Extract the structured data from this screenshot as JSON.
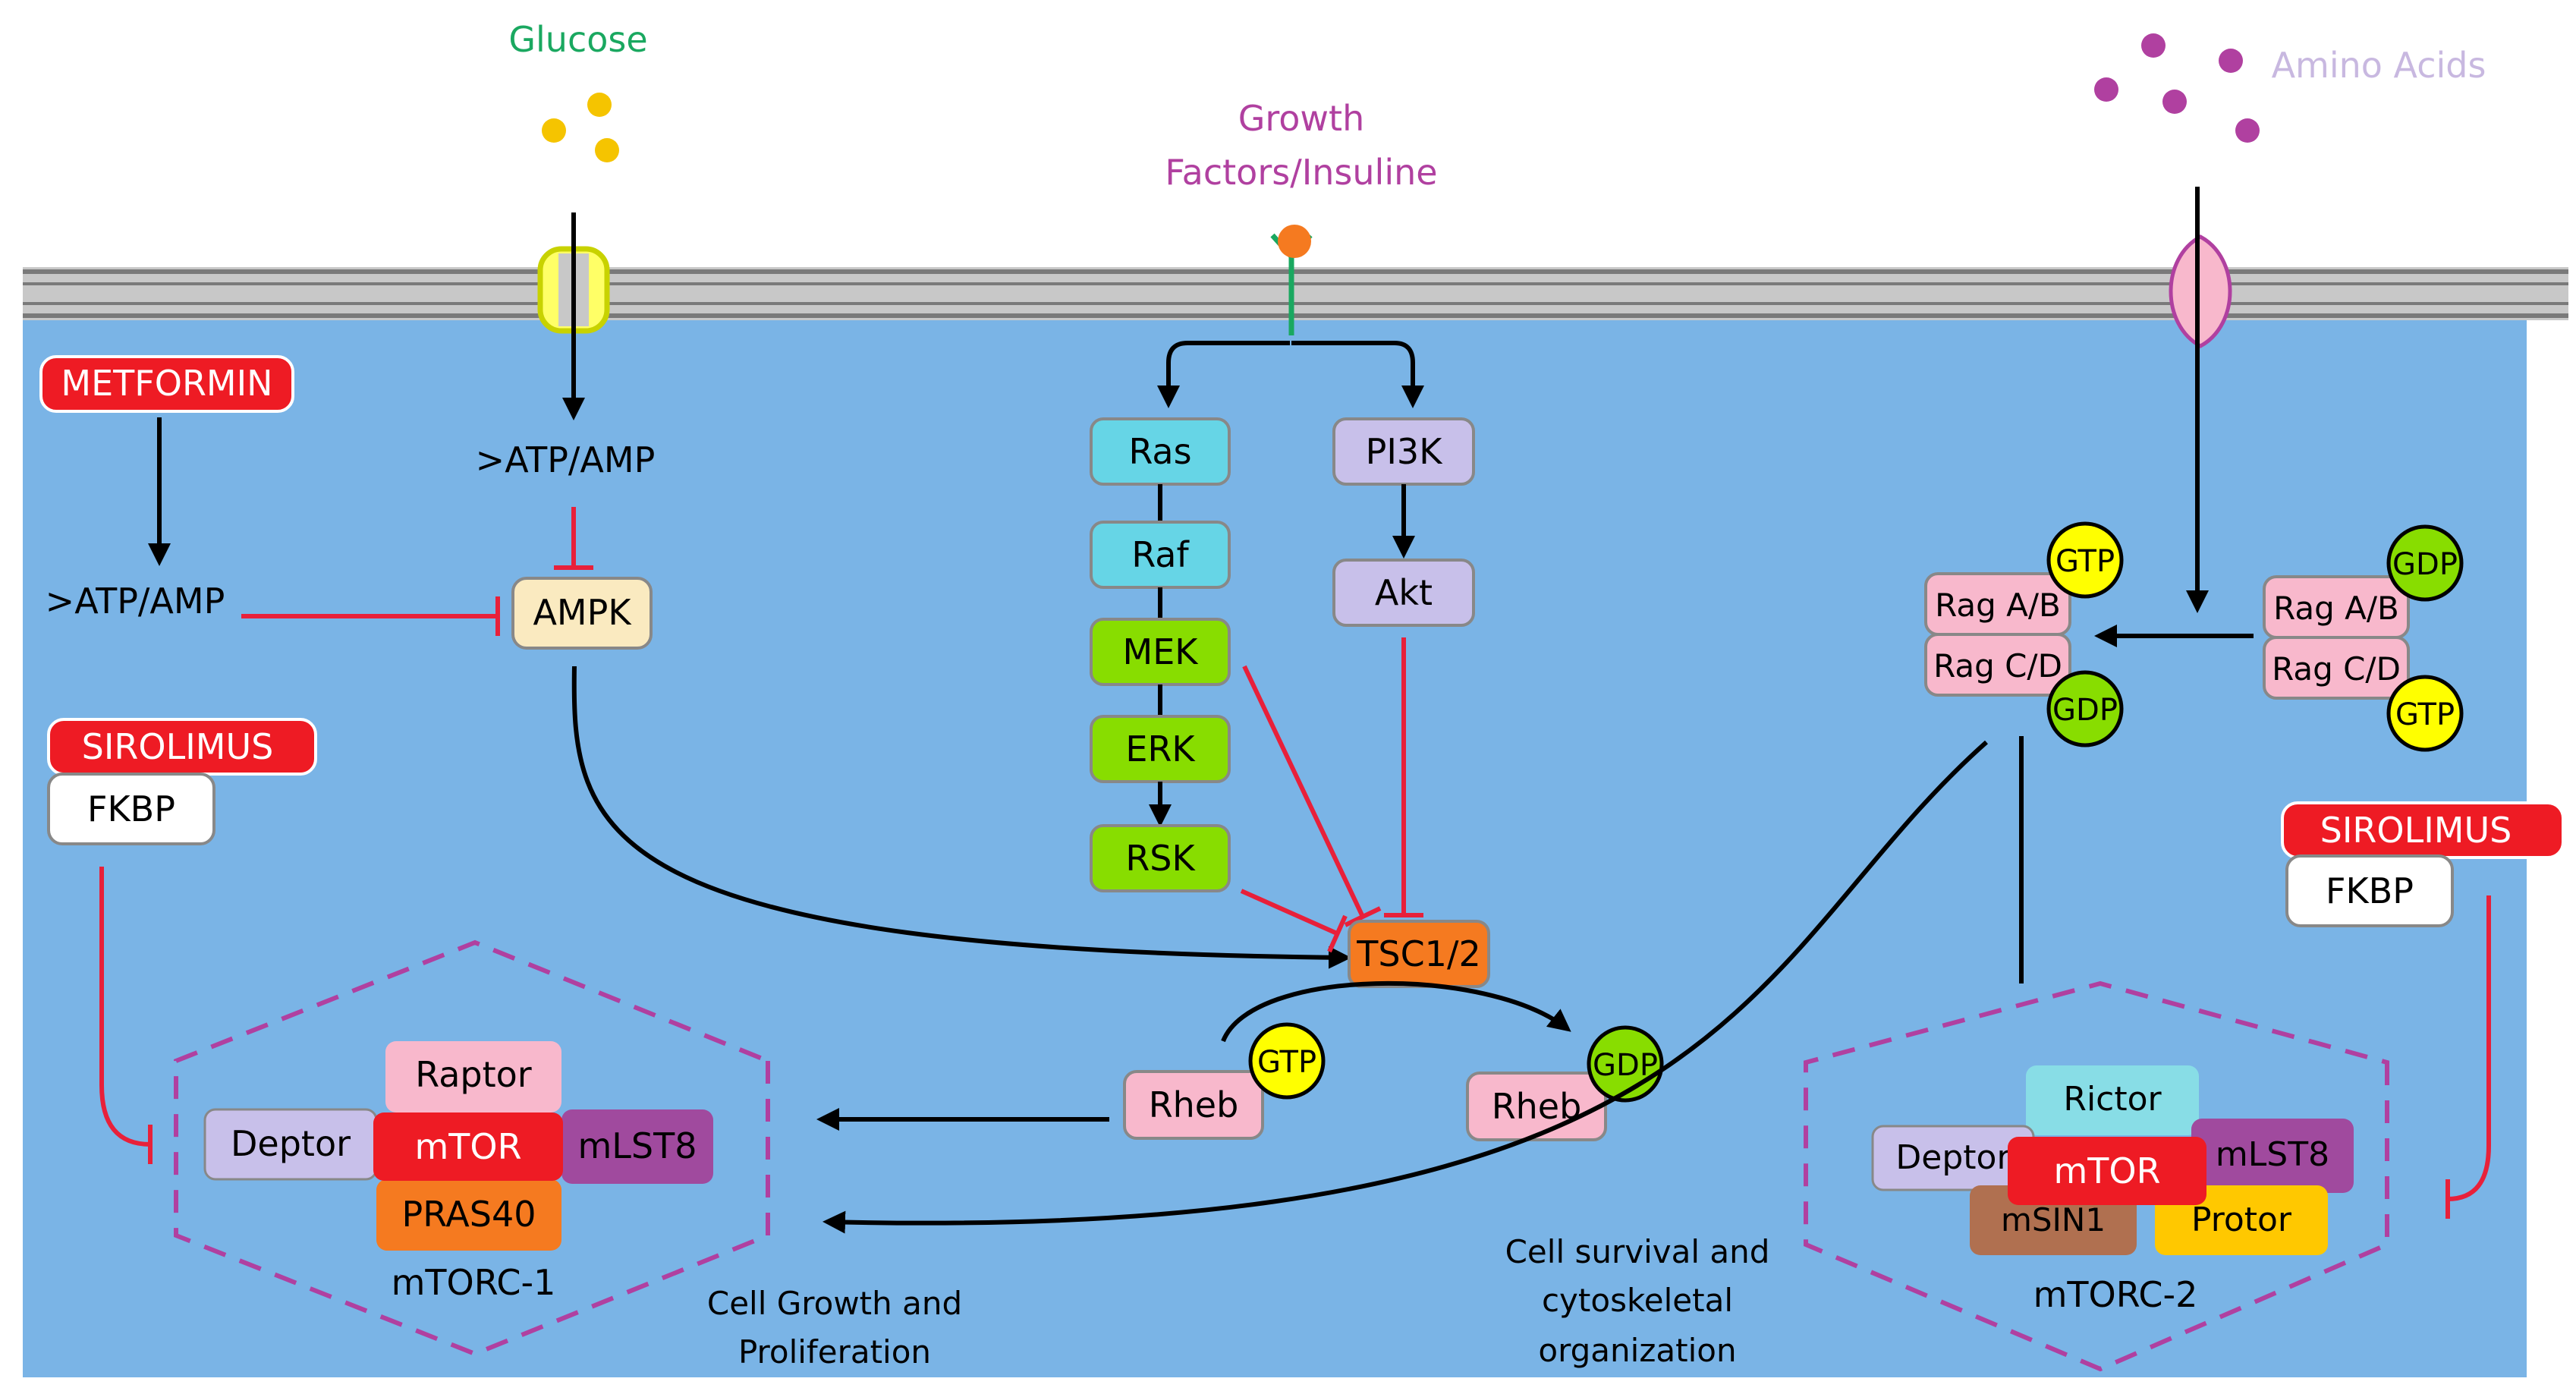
{
  "labels": {
    "glucose": "Glucose",
    "growth_factors_line1": "Growth",
    "growth_factors_line2": "Factors/Insuline",
    "amino_acids": "Amino Acids",
    "atp_amp_top": ">ATP/AMP",
    "atp_amp_left": ">ATP/AMP",
    "cell_growth_line1": "Cell Growth and",
    "cell_growth_line2": "Proliferation",
    "cell_survival_line1": "Cell survival and",
    "cell_survival_line2": "cytoskeletal",
    "cell_survival_line3": "organization",
    "mtorc1": "mTORC-1",
    "mtorc2": "mTORC-2"
  },
  "drugs": {
    "metformin": "METFORMIN",
    "sirolimus_left": "SIROLIMUS",
    "fkbp_left": "FKBP",
    "sirolimus_right": "SIROLIMUS",
    "fkbp_right": "FKBP"
  },
  "proteins": {
    "ampk": "AMPK",
    "ras": "Ras",
    "raf": "Raf",
    "mek": "MEK",
    "erk": "ERK",
    "rsk": "RSK",
    "pi3k": "PI3K",
    "akt": "Akt",
    "tsc": "TSC1/2",
    "rheb_active": "Rheb",
    "rheb_inactive": "Rheb",
    "rag_ab_active": "Rag A/B",
    "rag_cd_active": "Rag C/D",
    "rag_ab_inactive": "Rag A/B",
    "rag_cd_inactive": "Rag C/D"
  },
  "nucleotides": {
    "rheb_active": "GTP",
    "rheb_inactive": "GDP",
    "rag_ab_active": "GTP",
    "rag_cd_active": "GDP",
    "rag_ab_inactive": "GDP",
    "rag_cd_inactive": "GTP"
  },
  "mtorc1_complex": {
    "raptor": "Raptor",
    "deptor": "Deptor",
    "mtor": "mTOR",
    "mlst8": "mLST8",
    "pras40": "PRAS40"
  },
  "mtorc2_complex": {
    "rictor": "Rictor",
    "deptor": "Deptor",
    "mtor": "mTOR",
    "mlst8": "mLST8",
    "msin1": "mSIN1",
    "protor": "Protor"
  },
  "colors": {
    "cytoplasm": "#7ab4e6",
    "inhibit": "#e8203a",
    "activate": "#000000",
    "glucose": "#f5c400",
    "amino_acid": "#b040a0"
  }
}
